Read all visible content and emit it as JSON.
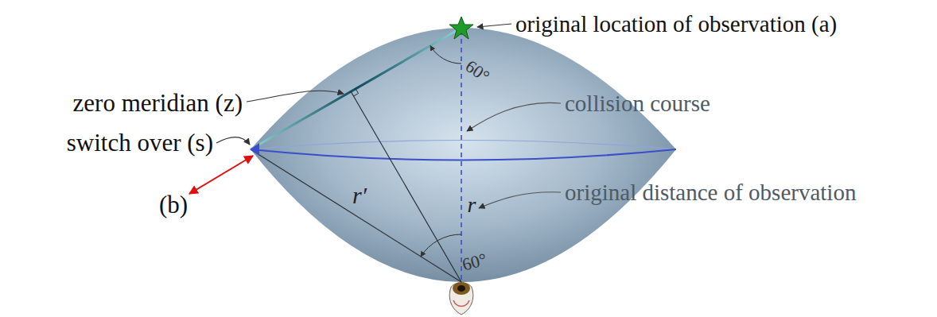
{
  "diagram": {
    "labels": [
      "original location of observation (a)",
      "zero meridian (z)",
      "collision course",
      "switch over (s)",
      "r′",
      "r",
      "original distance of observation",
      "60°",
      "60°",
      "(b)"
    ]
  }
}
